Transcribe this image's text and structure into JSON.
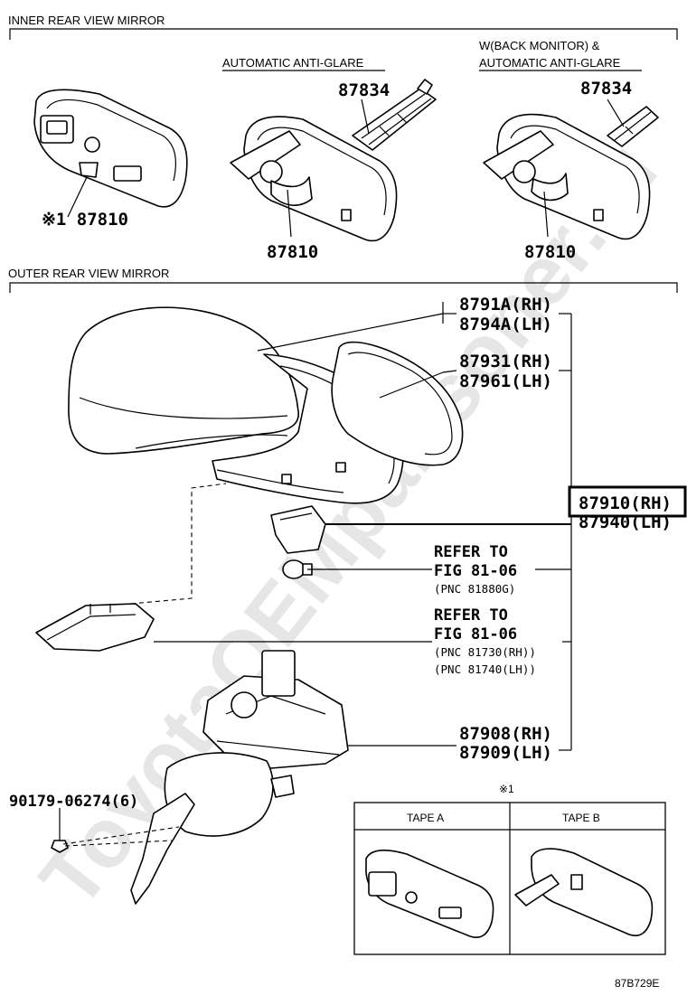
{
  "watermark": "ToyotaOEMpartsoner.ru",
  "sections": {
    "inner": "INNER REAR VIEW MIRROR",
    "outer": "OUTER REAR VIEW MIRROR"
  },
  "variant_labels": {
    "auto_anti_glare": "AUTOMATIC ANTI-GLARE",
    "back_monitor_line1": "W(BACK MONITOR) &",
    "back_monitor_line2": "AUTOMATIC ANTI-GLARE"
  },
  "inner_parts": {
    "mirror_base": "※1 87810",
    "mirror_anti_glare": "87810",
    "cover_anti_glare": "87834",
    "mirror_back_monitor": "87810",
    "cover_back_monitor": "87834"
  },
  "outer_parts": {
    "cover_rh": "8791A(RH)",
    "cover_lh": "8794A(LH)",
    "glass_rh": "87931(RH)",
    "glass_lh": "87961(LH)",
    "assembly_rh": "87910(RH)",
    "assembly_lh": "87940(LH)",
    "refer1_line1": "REFER TO",
    "refer1_line2": "FIG 81-06",
    "refer1_line3": "(PNC 81880G)",
    "refer2_line1": "REFER TO",
    "refer2_line2": "FIG 81-06",
    "refer2_line3": "(PNC 81730(RH))",
    "refer2_line4": "(PNC 81740(LH))",
    "base_rh": "87908(RH)",
    "base_lh": "87909(LH)",
    "screw": "90179-06274(6)"
  },
  "inset": {
    "marker": "※1",
    "tape_a": "TAPE A",
    "tape_b": "TAPE B"
  },
  "figure_id": "87B729E"
}
